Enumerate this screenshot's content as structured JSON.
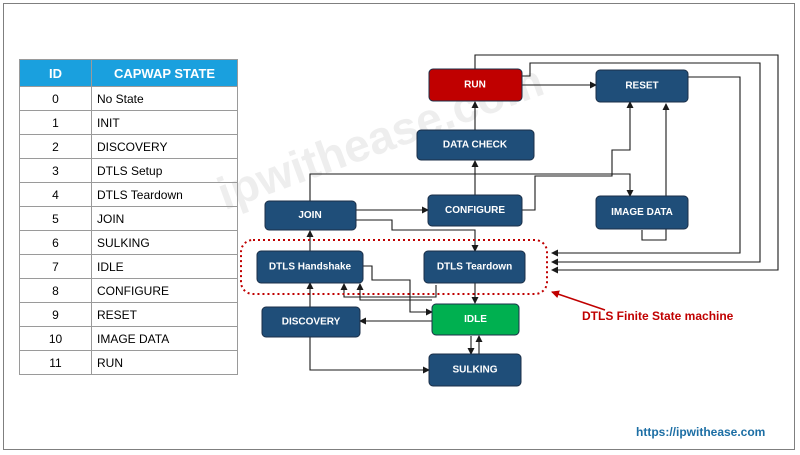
{
  "table": {
    "headers": [
      "ID",
      "CAPWAP STATE"
    ],
    "rows": [
      {
        "id": "0",
        "state": "No State"
      },
      {
        "id": "1",
        "state": "INIT"
      },
      {
        "id": "2",
        "state": "DISCOVERY"
      },
      {
        "id": "3",
        "state": "DTLS Setup"
      },
      {
        "id": "4",
        "state": "DTLS Teardown"
      },
      {
        "id": "5",
        "state": "JOIN"
      },
      {
        "id": "6",
        "state": "SULKING"
      },
      {
        "id": "7",
        "state": "IDLE"
      },
      {
        "id": "8",
        "state": "CONFIGURE"
      },
      {
        "id": "9",
        "state": "RESET"
      },
      {
        "id": "10",
        "state": "IMAGE DATA"
      },
      {
        "id": "11",
        "state": "RUN"
      }
    ]
  },
  "diagram": {
    "nodes": {
      "run": "RUN",
      "reset": "RESET",
      "data_check": "DATA CHECK",
      "join": "JOIN",
      "configure": "CONFIGURE",
      "image_data": "IMAGE DATA",
      "dtls_handshake": "DTLS Handshake",
      "dtls_teardown": "DTLS Teardown",
      "discovery": "DISCOVERY",
      "idle": "IDLE",
      "sulking": "SULKING"
    },
    "callout_label": "DTLS Finite State machine"
  },
  "watermark": "ipwithease.com",
  "footer": {
    "url": "https://ipwithease.com"
  },
  "colors": {
    "header_blue": "#1aa0de",
    "node_blue": "#1f4e79",
    "run_red": "#c00000",
    "idle_green": "#00b050",
    "callout_red": "#c00000",
    "url_blue": "#1c6ea4"
  }
}
